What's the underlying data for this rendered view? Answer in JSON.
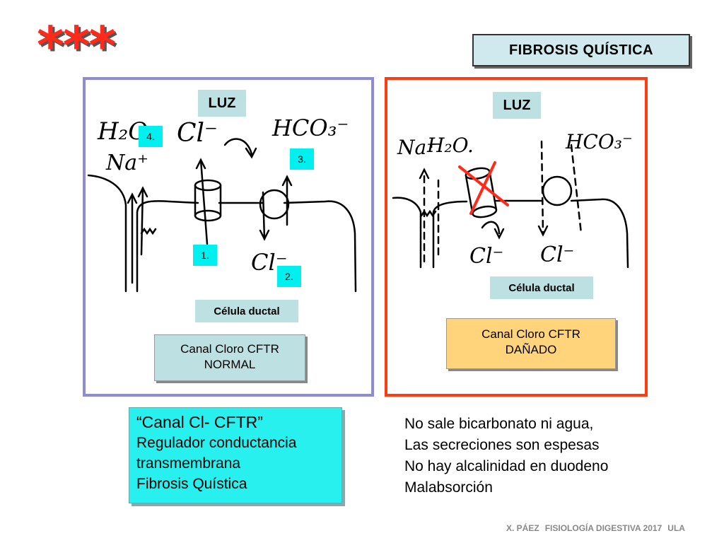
{
  "header": {
    "stars": "***",
    "title": "FIBROSIS QUÍSTICA"
  },
  "left_panel": {
    "luz": "LUZ",
    "num_4": "4.",
    "num_3": "3.",
    "num_1": "1.",
    "num_2": "2.",
    "celula": "Célula ductal",
    "canal_line1": "Canal Cloro CFTR",
    "canal_line2": "NORMAL"
  },
  "right_panel": {
    "luz": "LUZ",
    "celula": "Célula ductal",
    "canal_line1": "Canal Cloro CFTR",
    "canal_line2": "DAÑADO"
  },
  "handwriting": {
    "h2o": "H₂O",
    "na": "Na⁺",
    "cl": "Cl⁻",
    "hco3": "HCO₃⁻",
    "h2o_right": "H₂O.",
    "na_right": "Na⁺"
  },
  "info_box": {
    "line1": "“Canal Cl- CFTR”",
    "line2": "Regulador conductancia",
    "line3": "transmembrana",
    "line4": "Fibrosis Quística"
  },
  "consequences": {
    "line1": "No sale bicarbonato ni agua,",
    "line2": "Las secreciones son espesas",
    "line3": "No hay alcalinidad en duodeno",
    "line4": "Malabsorción"
  },
  "footer": {
    "author": "X. PÁEZ",
    "course": "FISIOLOGÍA DIGESTIVA 2017",
    "institution": "ULA"
  },
  "colors": {
    "left_border": "#8b8bd8",
    "right_border": "#ff3b14",
    "label_bg": "#bde0e3",
    "number_bg": "#00f0f0",
    "damaged_bg": "#ffd47a",
    "info_bg": "#28f0ee",
    "stars": "#ff2a1a"
  }
}
